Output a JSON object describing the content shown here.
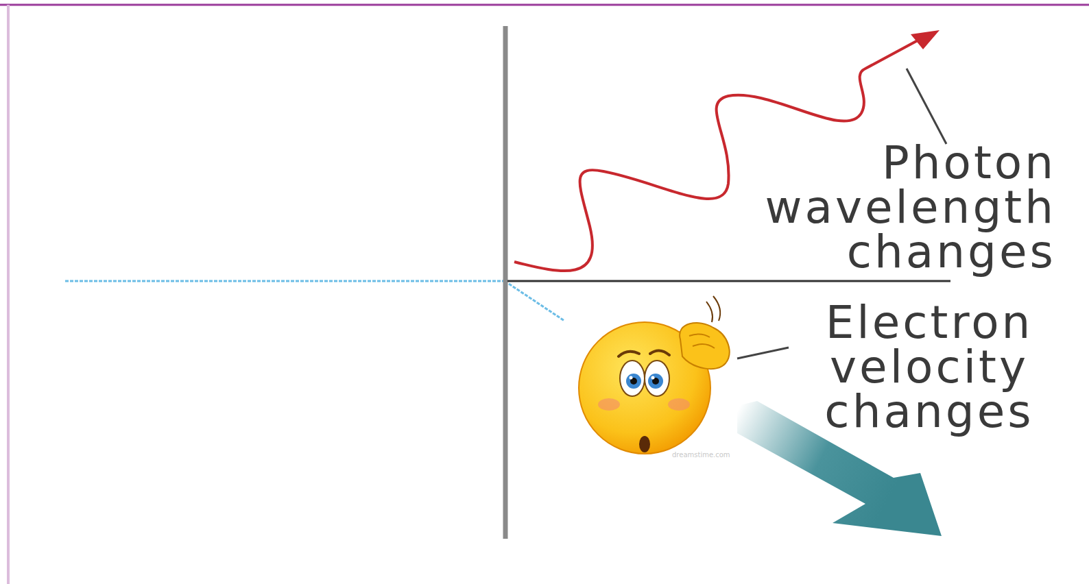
{
  "diagram": {
    "labels": [
      "Photon wavelength changes",
      "Electron velocity changes",
      "dreamstime.com"
    ]
  }
}
